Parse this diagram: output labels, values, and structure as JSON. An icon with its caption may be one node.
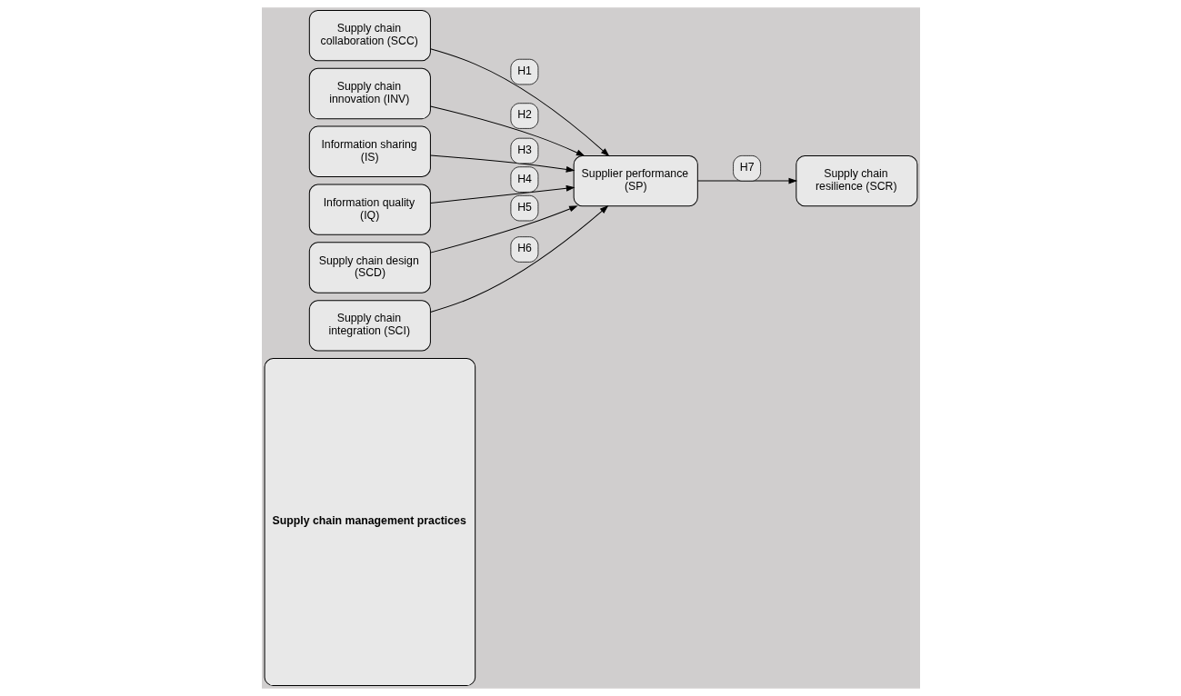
{
  "diagram": {
    "nodes": [
      {
        "text": [
          "Supply chain management practices"
        ]
      },
      {
        "text": [
          "Supply chain collaboration (SCC)"
        ]
      },
      {
        "text": [
          "Supply chain innovation (INV)"
        ]
      },
      {
        "text": [
          "Information sharing (IS)"
        ]
      },
      {
        "text": [
          "Information quality (IQ)"
        ]
      },
      {
        "text": [
          "Supply chain design (SCD)"
        ]
      },
      {
        "text": [
          "Supply chain integration (SCI)"
        ]
      },
      {
        "text": [
          "Supplier performance (SP)"
        ]
      },
      {
        "text": [
          "Supply chain resilience (SCR)"
        ]
      }
    ],
    "edges": [
      {
        "from": 1,
        "to": 7,
        "arrow": "to",
        "label": "H1"
      },
      {
        "from": 2,
        "to": 7,
        "arrow": "to",
        "label": "H2"
      },
      {
        "from": 3,
        "to": 7,
        "arrow": "to",
        "label": "H3"
      },
      {
        "from": 4,
        "to": 7,
        "arrow": "to",
        "label": "H4"
      },
      {
        "from": 5,
        "to": 7,
        "arrow": "to",
        "label": "H5"
      },
      {
        "from": 6,
        "to": 7,
        "arrow": "to",
        "label": "H6"
      },
      {
        "from": 7,
        "to": 8,
        "arrow": "to",
        "label": "H7"
      }
    ]
  }
}
